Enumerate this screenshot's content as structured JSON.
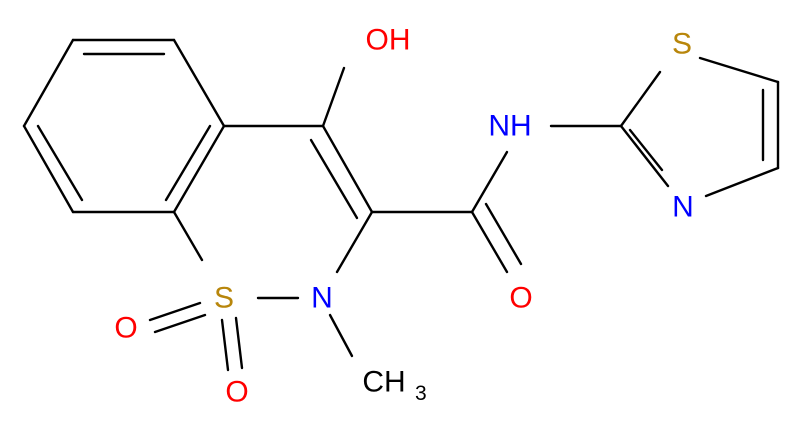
{
  "colors": {
    "bond": "#000000",
    "oxygen": "#ff0000",
    "nitrogen": "#0000ff",
    "sulfur": "#b8860b",
    "carbon_label": "#000000",
    "background": "#ffffff"
  },
  "atoms": {
    "oh": "OH",
    "nh": "NH",
    "s_thiazole": "S",
    "n_thiazole": "N",
    "o_carbonyl": "O",
    "n_ring": "N",
    "s_ring": "S",
    "o_sulfonyl_left": "O",
    "o_sulfonyl_bottom": "O",
    "methyl_c": "CH",
    "methyl_sub": "3"
  }
}
